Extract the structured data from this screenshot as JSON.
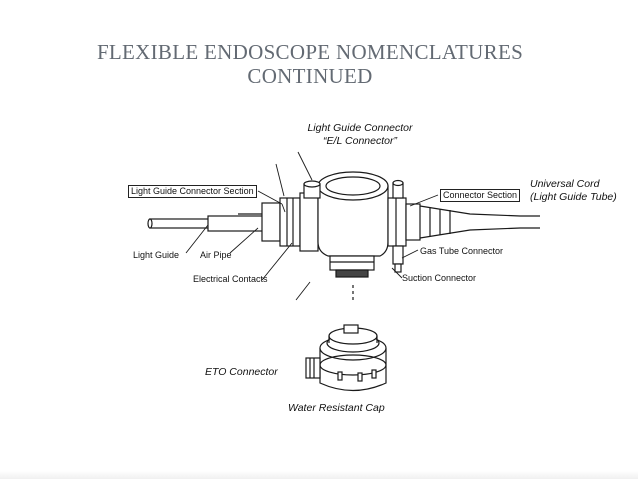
{
  "slide": {
    "title_line1": "FLEXIBLE ENDOSCOPE NOMENCLATURES",
    "title_line2": "CONTINUED"
  },
  "callouts": {
    "light_guide_connector_line1": "Light Guide Connector",
    "light_guide_connector_line2": "“E/L Connector”",
    "universal_cord_line1": "Universal Cord",
    "universal_cord_line2": "(Light Guide Tube)",
    "eto_connector": "ETO Connector",
    "water_resistant_cap": "Water Resistant Cap"
  },
  "diagram_labels": {
    "light_guide_connector_section": "Light Guide Connector Section",
    "connector_section": "Connector Section",
    "light_guide": "Light Guide",
    "air_pipe": "Air Pipe",
    "electrical_contacts": "Electrical Contacts",
    "gas_tube_connector": "Gas Tube Connector",
    "suction_connector": "Suction Connector"
  }
}
